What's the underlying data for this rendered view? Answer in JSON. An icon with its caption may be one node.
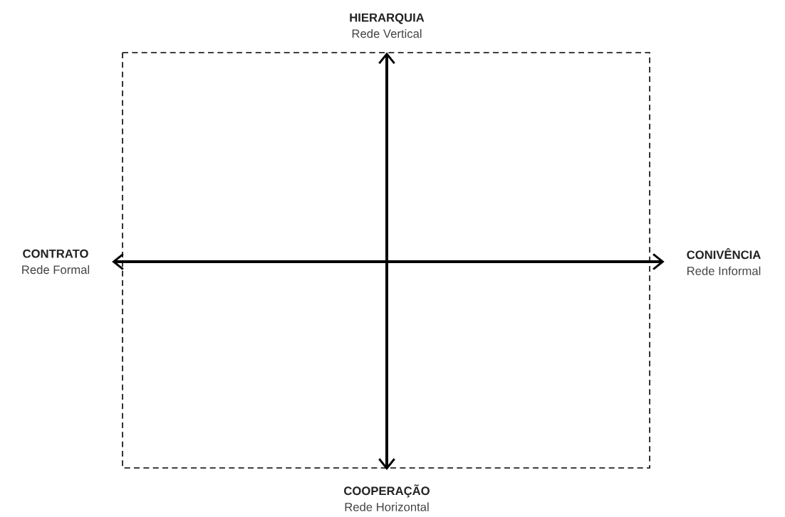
{
  "diagram": {
    "nodes": [
      {
        "text": [
          "HIERARQUIA",
          "Rede Vertical"
        ]
      },
      {
        "text": [
          "CONTRATO",
          "Rede Formal"
        ]
      },
      {
        "text": [
          "CONIVÊNCIA",
          "Rede Informal"
        ]
      },
      {
        "text": [
          "COOPERAÇÃO",
          "Rede Horizontal"
        ]
      }
    ],
    "edges": [
      {
        "from": 0,
        "to": 3,
        "arrow": "both"
      },
      {
        "from": 1,
        "to": 2,
        "arrow": "both"
      }
    ]
  }
}
